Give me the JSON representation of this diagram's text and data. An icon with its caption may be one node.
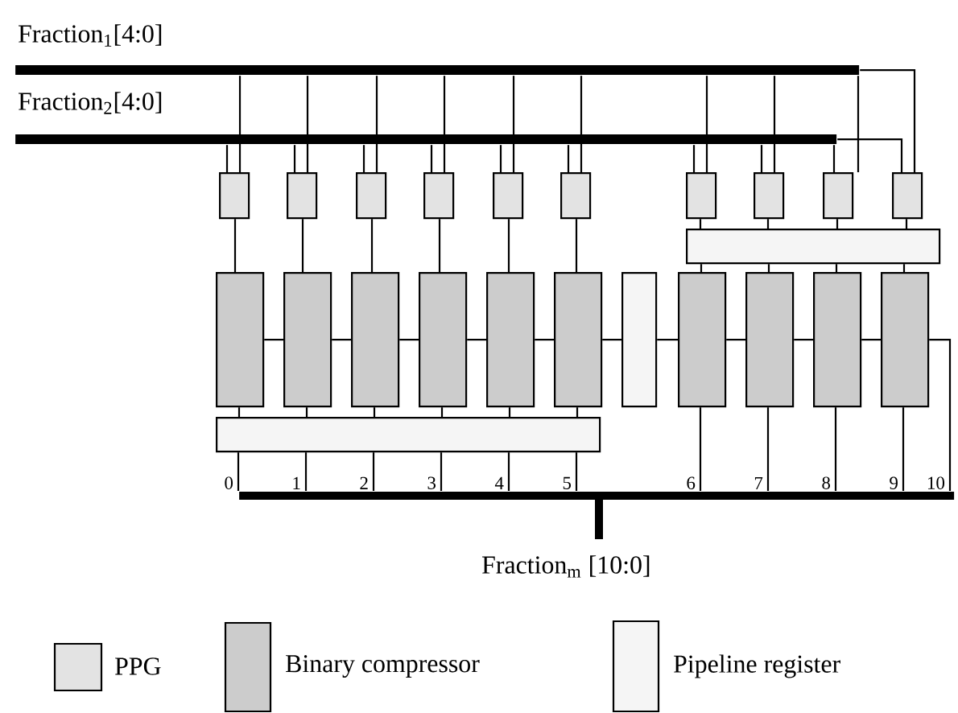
{
  "diagram": {
    "nodes": [
      {
        "text": [],
        "shape": "bar",
        "beside": [
          "Fraction$_{1}$[4:0]"
        ]
      },
      {
        "text": [],
        "shape": "bar",
        "beside": [
          "Fraction$_{2}$[4:0]"
        ]
      },
      {
        "text": [],
        "shape": "box"
      },
      {
        "text": [],
        "shape": "box"
      },
      {
        "text": [],
        "shape": "box"
      },
      {
        "text": [],
        "shape": "box"
      },
      {
        "text": [],
        "shape": "box"
      },
      {
        "text": [],
        "shape": "box"
      },
      {
        "text": [],
        "shape": "box"
      },
      {
        "text": [],
        "shape": "box"
      },
      {
        "text": [],
        "shape": "box"
      },
      {
        "text": [],
        "shape": "box"
      },
      {
        "text": [],
        "shape": "box"
      },
      {
        "text": [],
        "shape": "box"
      },
      {
        "text": [],
        "shape": "box"
      },
      {
        "text": [],
        "shape": "box"
      },
      {
        "text": [],
        "shape": "box"
      },
      {
        "text": [],
        "shape": "box"
      },
      {
        "text": [],
        "shape": "box"
      },
      {
        "text": [],
        "shape": "box"
      },
      {
        "text": [],
        "shape": "box"
      },
      {
        "text": [],
        "shape": "box"
      },
      {
        "text": [],
        "shape": "box"
      },
      {
        "text": [],
        "shape": "box"
      },
      {
        "text": [],
        "shape": "box"
      },
      {
        "text": [],
        "shape": "bar",
        "beside": [
          "Fraction$_{m}$ [10:0]"
        ]
      }
    ],
    "edges": [
      {
        "from": 0,
        "to": 2,
        "arrow": "none"
      },
      {
        "from": 0,
        "to": 3,
        "arrow": "none"
      },
      {
        "from": 0,
        "to": 4,
        "arrow": "none"
      },
      {
        "from": 0,
        "to": 5,
        "arrow": "none"
      },
      {
        "from": 0,
        "to": 6,
        "arrow": "none"
      },
      {
        "from": 0,
        "to": 7,
        "arrow": "none"
      },
      {
        "from": 0,
        "to": 8,
        "arrow": "none"
      },
      {
        "from": 0,
        "to": 9,
        "arrow": "none"
      },
      {
        "from": 0,
        "to": 10,
        "arrow": "none"
      },
      {
        "from": 0,
        "to": 11,
        "arrow": "none"
      },
      {
        "from": 1,
        "to": 2,
        "arrow": "none"
      },
      {
        "from": 1,
        "to": 3,
        "arrow": "none"
      },
      {
        "from": 1,
        "to": 4,
        "arrow": "none"
      },
      {
        "from": 1,
        "to": 5,
        "arrow": "none"
      },
      {
        "from": 1,
        "to": 6,
        "arrow": "none"
      },
      {
        "from": 1,
        "to": 7,
        "arrow": "none"
      },
      {
        "from": 1,
        "to": 8,
        "arrow": "none"
      },
      {
        "from": 1,
        "to": 9,
        "arrow": "none"
      },
      {
        "from": 1,
        "to": 10,
        "arrow": "none"
      },
      {
        "from": 1,
        "to": 11,
        "arrow": "none"
      },
      {
        "from": 2,
        "to": 13,
        "arrow": "none"
      },
      {
        "from": 3,
        "to": 14,
        "arrow": "none"
      },
      {
        "from": 4,
        "to": 15,
        "arrow": "none"
      },
      {
        "from": 5,
        "to": 16,
        "arrow": "none"
      },
      {
        "from": 6,
        "to": 17,
        "arrow": "none"
      },
      {
        "from": 7,
        "to": 18,
        "arrow": "none"
      },
      {
        "from": 8,
        "to": 12,
        "arrow": "none"
      },
      {
        "from": 9,
        "to": 12,
        "arrow": "none"
      },
      {
        "from": 10,
        "to": 12,
        "arrow": "none"
      },
      {
        "from": 11,
        "to": 12,
        "arrow": "none"
      },
      {
        "from": 12,
        "to": 20,
        "arrow": "none"
      },
      {
        "from": 12,
        "to": 21,
        "arrow": "none"
      },
      {
        "from": 12,
        "to": 22,
        "arrow": "none"
      },
      {
        "from": 12,
        "to": 23,
        "arrow": "none"
      },
      {
        "from": 13,
        "to": 24,
        "arrow": "none"
      },
      {
        "from": 14,
        "to": 24,
        "arrow": "none"
      },
      {
        "from": 15,
        "to": 24,
        "arrow": "none"
      },
      {
        "from": 16,
        "to": 24,
        "arrow": "none"
      },
      {
        "from": 17,
        "to": 24,
        "arrow": "none"
      },
      {
        "from": 18,
        "to": 24,
        "arrow": "none"
      },
      {
        "from": 13,
        "to": 14,
        "arrow": "none"
      },
      {
        "from": 14,
        "to": 15,
        "arrow": "none"
      },
      {
        "from": 15,
        "to": 16,
        "arrow": "none"
      },
      {
        "from": 16,
        "to": 17,
        "arrow": "none"
      },
      {
        "from": 17,
        "to": 18,
        "arrow": "none"
      },
      {
        "from": 18,
        "to": 19,
        "arrow": "none"
      },
      {
        "from": 19,
        "to": 20,
        "arrow": "none"
      },
      {
        "from": 20,
        "to": 21,
        "arrow": "none"
      },
      {
        "from": 21,
        "to": 22,
        "arrow": "none"
      },
      {
        "from": 22,
        "to": 23,
        "arrow": "none"
      },
      {
        "from": 24,
        "to": 25,
        "arrow": "none"
      },
      {
        "from": 24,
        "to": 25,
        "arrow": "none"
      },
      {
        "from": 24,
        "to": 25,
        "arrow": "none"
      },
      {
        "from": 24,
        "to": 25,
        "arrow": "none"
      },
      {
        "from": 24,
        "to": 25,
        "arrow": "none"
      },
      {
        "from": 24,
        "to": 25,
        "arrow": "none"
      },
      {
        "from": 20,
        "to": 25,
        "arrow": "none"
      },
      {
        "from": 21,
        "to": 25,
        "arrow": "none"
      },
      {
        "from": 22,
        "to": 25,
        "arrow": "none"
      },
      {
        "from": 23,
        "to": 25,
        "arrow": "none"
      },
      {
        "from": 23,
        "to": 25,
        "arrow": "none"
      }
    ],
    "labels": [
      "0",
      "1",
      "2",
      "3",
      "4",
      "5",
      "6",
      "7",
      "8",
      "9",
      "10"
    ],
    "legend": [
      {
        "text": "PPG",
        "color": "#e3e3e3"
      },
      {
        "text": "Binary compressor",
        "color": "#cccccc"
      },
      {
        "text": "Pipeline register",
        "color": "#f5f5f5"
      }
    ]
  }
}
